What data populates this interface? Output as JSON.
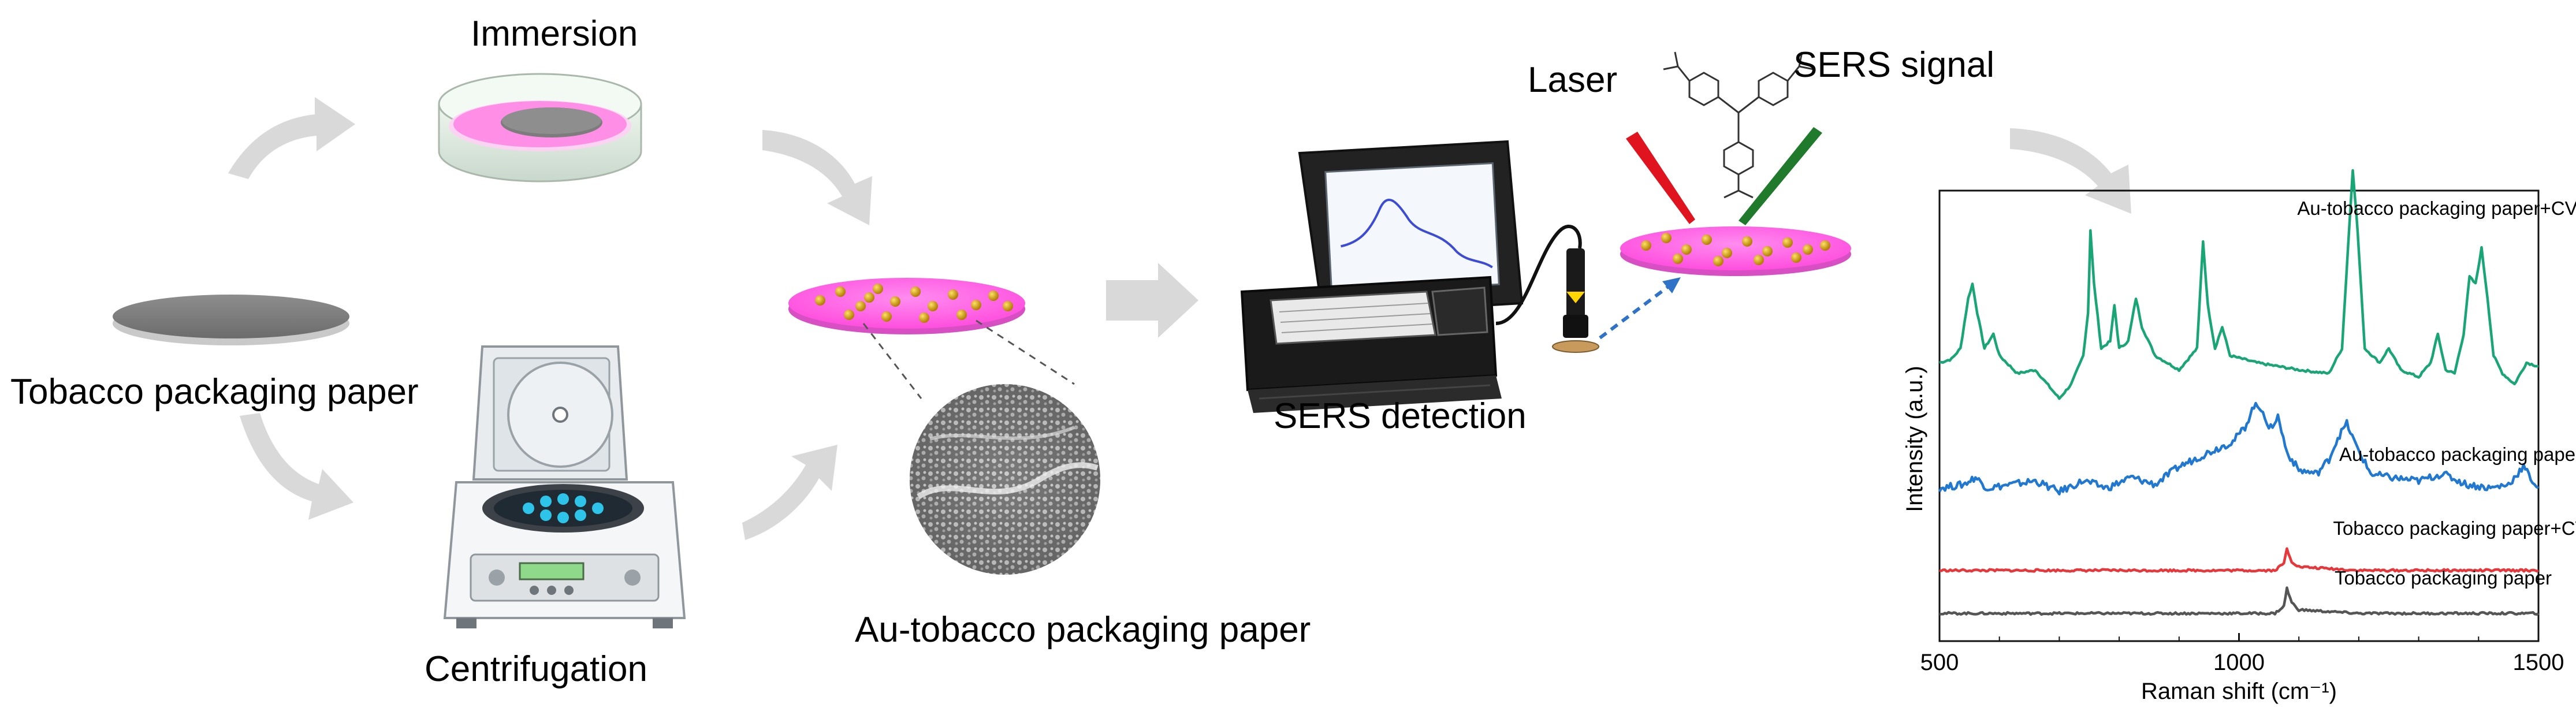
{
  "steps": {
    "immersion": "Immersion",
    "tobacco_paper": "Tobacco packaging paper",
    "centrifugation": "Centrifugation",
    "au_paper": "Au-tobacco packaging paper",
    "sers_detection": "SERS detection",
    "laser": "Laser",
    "sers_signal": "SERS signal"
  },
  "colors": {
    "arrow_gray": "#d9d9d9",
    "substrate_pink": "#ff66e6",
    "nanoparticle_gold": "#d4a017",
    "laser_red": "#e0141e",
    "signal_green": "#1f7a2b",
    "dashed_blue": "#2f73c9"
  },
  "chart_data": {
    "type": "line",
    "xlabel": "Raman shift (cm⁻¹)",
    "ylabel": "Intensity (a.u.)",
    "xlim": [
      500,
      1500
    ],
    "xticks": [
      "500",
      "1000",
      "1500"
    ],
    "series": [
      {
        "name": "Au-tobacco packaging paper+CV",
        "color": "#1aa577",
        "offset": 0.62,
        "points": [
          [
            500,
            0.08
          ],
          [
            520,
            0.09
          ],
          [
            535,
            0.12
          ],
          [
            548,
            0.26
          ],
          [
            555,
            0.3
          ],
          [
            563,
            0.22
          ],
          [
            575,
            0.12
          ],
          [
            590,
            0.16
          ],
          [
            600,
            0.1
          ],
          [
            630,
            0.05
          ],
          [
            660,
            0.06
          ],
          [
            700,
            -0.02
          ],
          [
            720,
            0.02
          ],
          [
            740,
            0.1
          ],
          [
            748,
            0.22
          ],
          [
            752,
            0.45
          ],
          [
            758,
            0.3
          ],
          [
            770,
            0.12
          ],
          [
            785,
            0.14
          ],
          [
            792,
            0.24
          ],
          [
            800,
            0.12
          ],
          [
            815,
            0.14
          ],
          [
            828,
            0.26
          ],
          [
            838,
            0.18
          ],
          [
            860,
            0.1
          ],
          [
            900,
            0.06
          ],
          [
            930,
            0.12
          ],
          [
            940,
            0.42
          ],
          [
            948,
            0.24
          ],
          [
            960,
            0.12
          ],
          [
            972,
            0.18
          ],
          [
            985,
            0.1
          ],
          [
            1030,
            0.08
          ],
          [
            1100,
            0.06
          ],
          [
            1150,
            0.05
          ],
          [
            1172,
            0.12
          ],
          [
            1182,
            0.4
          ],
          [
            1190,
            0.62
          ],
          [
            1198,
            0.45
          ],
          [
            1210,
            0.12
          ],
          [
            1235,
            0.08
          ],
          [
            1250,
            0.12
          ],
          [
            1270,
            0.06
          ],
          [
            1300,
            0.04
          ],
          [
            1320,
            0.08
          ],
          [
            1332,
            0.16
          ],
          [
            1345,
            0.06
          ],
          [
            1360,
            0.05
          ],
          [
            1375,
            0.16
          ],
          [
            1385,
            0.32
          ],
          [
            1395,
            0.3
          ],
          [
            1405,
            0.4
          ],
          [
            1415,
            0.26
          ],
          [
            1425,
            0.1
          ],
          [
            1440,
            0.05
          ],
          [
            1460,
            0.02
          ],
          [
            1480,
            0.08
          ],
          [
            1500,
            0.07
          ]
        ]
      },
      {
        "name": "Au-tobacco packaging paper",
        "color": "#2178d0",
        "offset": 0.33,
        "points": [
          [
            500,
            0.02
          ],
          [
            540,
            0.03
          ],
          [
            560,
            0.05
          ],
          [
            580,
            0.02
          ],
          [
            620,
            0.03
          ],
          [
            660,
            0.04
          ],
          [
            700,
            0.01
          ],
          [
            740,
            0.04
          ],
          [
            780,
            0.02
          ],
          [
            820,
            0.05
          ],
          [
            860,
            0.03
          ],
          [
            900,
            0.08
          ],
          [
            950,
            0.12
          ],
          [
            990,
            0.15
          ],
          [
            1010,
            0.19
          ],
          [
            1025,
            0.25
          ],
          [
            1040,
            0.24
          ],
          [
            1050,
            0.18
          ],
          [
            1065,
            0.22
          ],
          [
            1080,
            0.12
          ],
          [
            1100,
            0.07
          ],
          [
            1130,
            0.06
          ],
          [
            1150,
            0.1
          ],
          [
            1165,
            0.16
          ],
          [
            1180,
            0.2
          ],
          [
            1195,
            0.14
          ],
          [
            1220,
            0.06
          ],
          [
            1250,
            0.05
          ],
          [
            1300,
            0.04
          ],
          [
            1340,
            0.06
          ],
          [
            1380,
            0.03
          ],
          [
            1420,
            0.02
          ],
          [
            1450,
            0.03
          ],
          [
            1475,
            0.08
          ],
          [
            1490,
            0.04
          ],
          [
            1500,
            0.02
          ]
        ]
      },
      {
        "name": "Tobacco packaging paper+CV",
        "color": "#e8373a",
        "offset": 0.12,
        "points": [
          [
            500,
            0.0
          ],
          [
            700,
            0.0
          ],
          [
            900,
            0.0
          ],
          [
            1060,
            0.0
          ],
          [
            1075,
            0.02
          ],
          [
            1080,
            0.06
          ],
          [
            1088,
            0.025
          ],
          [
            1100,
            0.01
          ],
          [
            1200,
            0.0
          ],
          [
            1300,
            0.0
          ],
          [
            1400,
            0.0
          ],
          [
            1500,
            0.0
          ]
        ]
      },
      {
        "name": "Tobacco packaging paper",
        "color": "#555555",
        "offset": 0.0,
        "points": [
          [
            500,
            0.0
          ],
          [
            700,
            0.0
          ],
          [
            900,
            0.0
          ],
          [
            1060,
            0.0
          ],
          [
            1075,
            0.02
          ],
          [
            1080,
            0.07
          ],
          [
            1088,
            0.03
          ],
          [
            1100,
            0.01
          ],
          [
            1200,
            0.0
          ],
          [
            1300,
            0.0
          ],
          [
            1400,
            0.0
          ],
          [
            1500,
            0.0
          ]
        ]
      }
    ],
    "legend_placement": "inline labels above each trace",
    "grid": false
  }
}
